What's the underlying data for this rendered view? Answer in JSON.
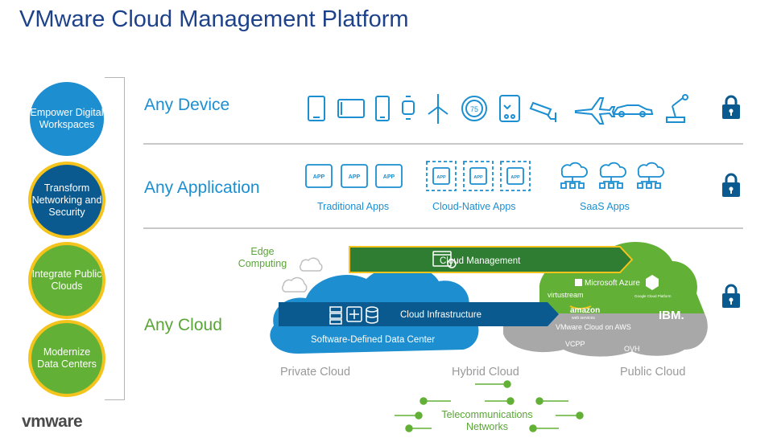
{
  "title": "VMware Cloud Management Platform",
  "pillars": [
    "Empower Digital Workspaces",
    "Transform Networking and Security",
    "Integrate Public Clouds",
    "Modernize Data Centers"
  ],
  "rows": {
    "device": "Any Device",
    "application": "Any Application",
    "cloud": "Any Cloud"
  },
  "device_icons": [
    "tablet-icon",
    "tablet-landscape-icon",
    "phone-icon",
    "smartwatch-icon",
    "wind-turbine-icon",
    "thermostat-icon",
    "medical-monitor-icon",
    "security-camera-icon",
    "airplane-icon",
    "car-icon",
    "robot-arm-icon"
  ],
  "thermostat_value": "75",
  "apps": {
    "app_label": "APP",
    "traditional": "Traditional Apps",
    "cloud_native": "Cloud-Native Apps",
    "saas": "SaaS Apps"
  },
  "cloud": {
    "edge": "Edge Computing",
    "management": "Cloud Management",
    "infrastructure": "Cloud Infrastructure",
    "sddc": "Software-Defined Data Center",
    "azure": "Microsoft Azure",
    "google": "Google Cloud Platform",
    "virtustream": "virtustream",
    "amazon": "amazon",
    "aws_sub": "web services",
    "ibm": "IBM.",
    "vmc_aws": "VMware Cloud on AWS",
    "vcpp": "VCPP",
    "ovh": "OVH",
    "private": "Private Cloud",
    "hybrid": "Hybrid Cloud",
    "public": "Public Cloud",
    "telco_line1": "Telecommunications",
    "telco_line2": "Networks"
  },
  "logo": "vmware",
  "colors": {
    "title": "#1d428a",
    "blue": "#1b8fd1",
    "dark_blue": "#0b5a8f",
    "green": "#62b036",
    "dark_green": "#2f7d32",
    "gold": "#f4c41c",
    "gray": "#a8a8a8",
    "lock": "#0b5a8f"
  }
}
